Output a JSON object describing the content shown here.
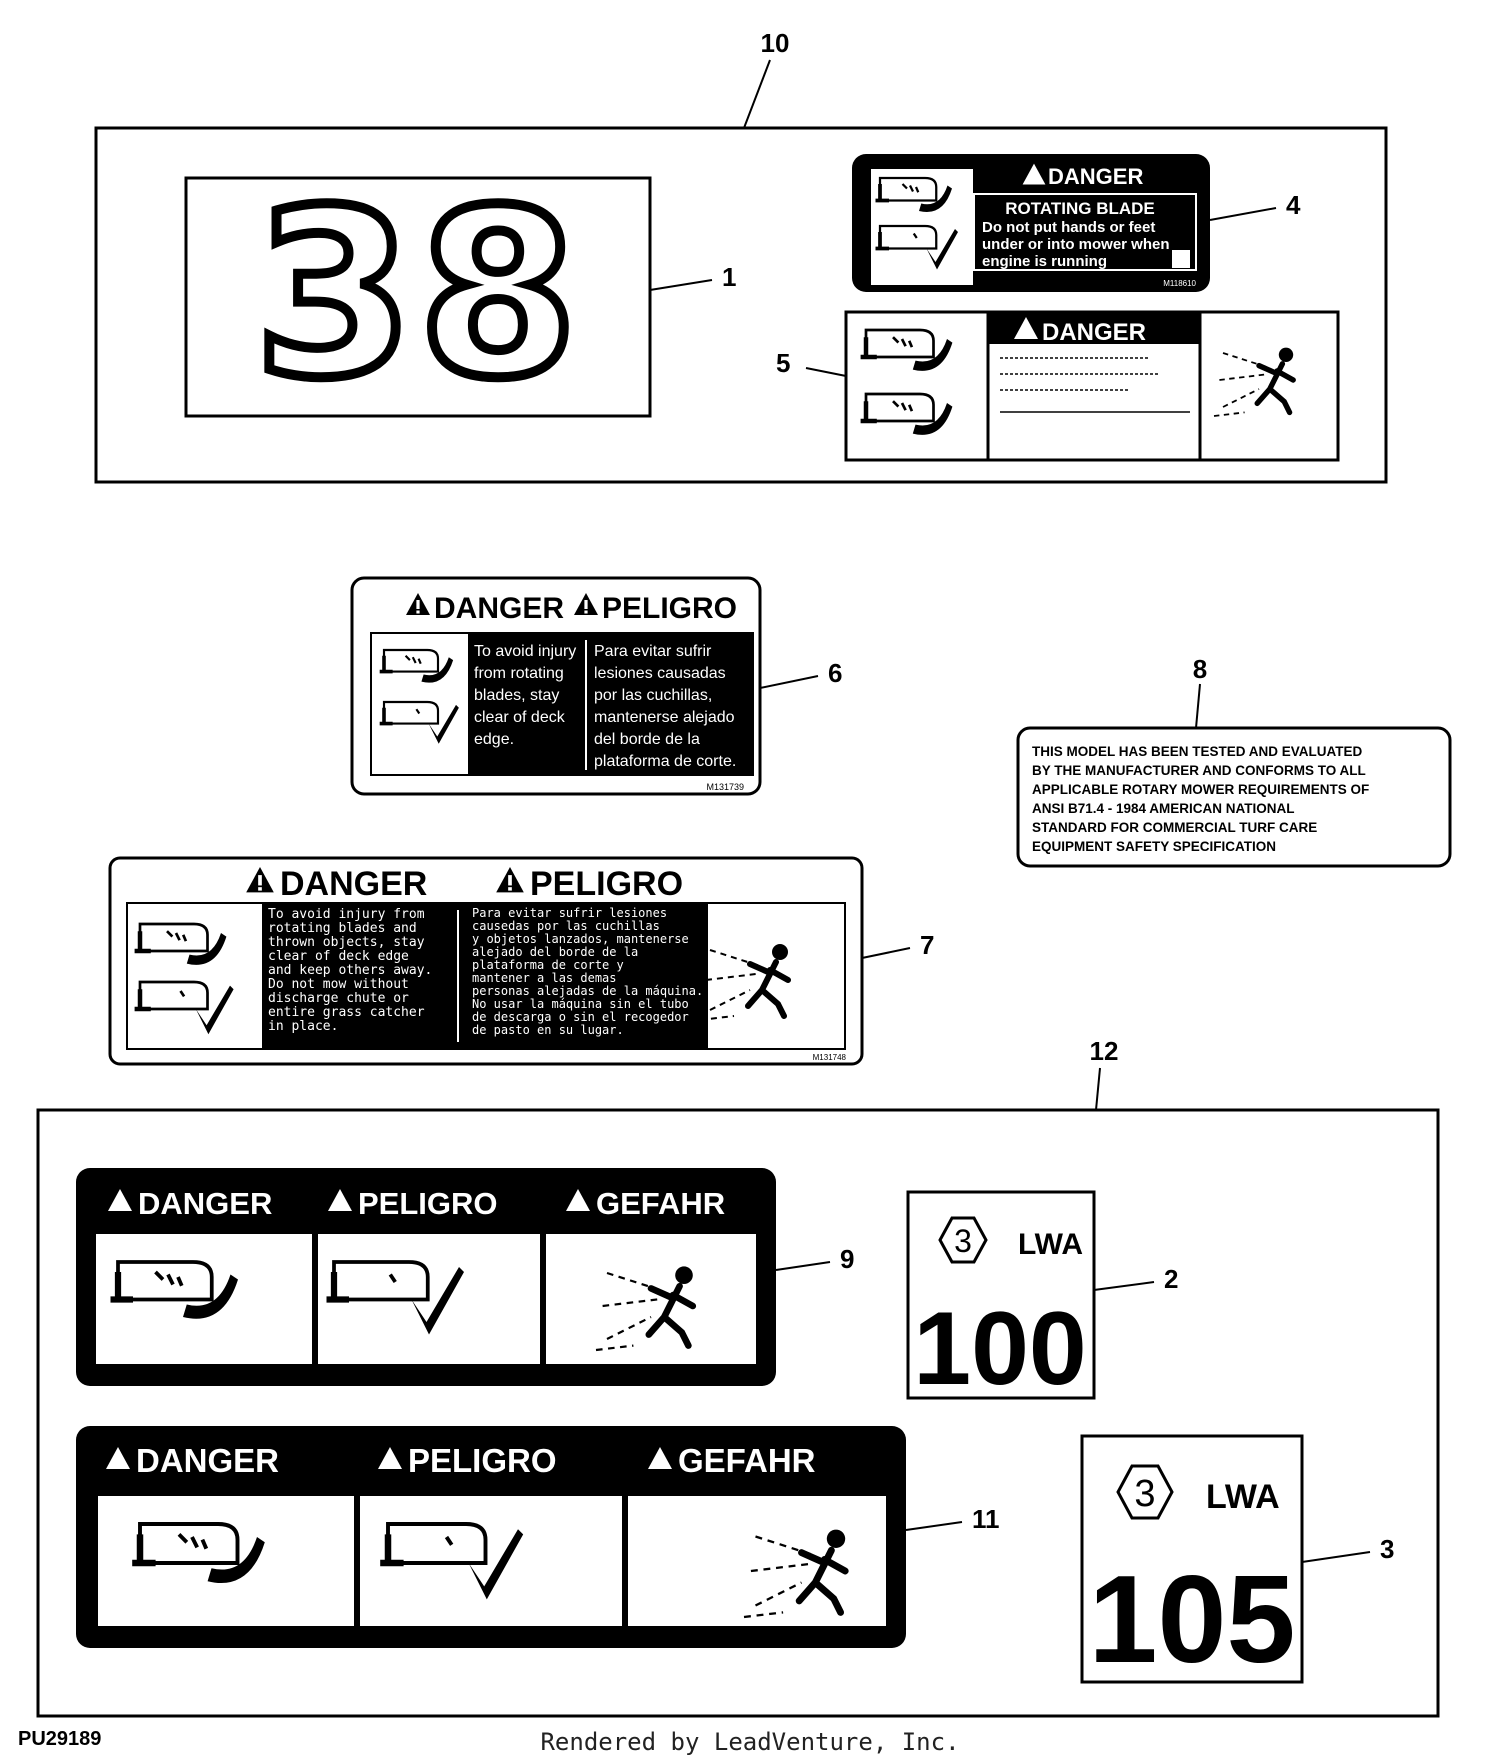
{
  "callouts": {
    "c1": "1",
    "c2": "2",
    "c3": "3",
    "c4": "4",
    "c5": "5",
    "c6": "6",
    "c7": "7",
    "c8": "8",
    "c9": "9",
    "c10": "10",
    "c11": "11",
    "c12": "12"
  },
  "decal_1": {
    "number": "38"
  },
  "decal_4": {
    "signal": "DANGER",
    "heading": "ROTATING BLADE",
    "lines": [
      "Do not put hands or feet",
      "under or into mower when",
      "engine is running"
    ],
    "part_no": "M118610"
  },
  "decal_5": {
    "signal": "DANGER"
  },
  "decal_6": {
    "signal_en": "DANGER",
    "signal_es": "PELIGRO",
    "text_en": [
      "To avoid injury",
      "from rotating",
      "blades, stay",
      "clear of deck",
      "edge."
    ],
    "text_es": [
      "Para evitar sufrir",
      "lesiones causadas",
      "por las cuchillas,",
      "mantenerse alejado",
      "del borde de la",
      "plataforma de corte."
    ],
    "part_no": "M131739"
  },
  "decal_7": {
    "signal_en": "DANGER",
    "signal_es": "PELIGRO",
    "text_en": [
      "To avoid injury from",
      "rotating blades and",
      "thrown objects, stay",
      "clear of deck edge",
      "and keep others away.",
      "Do not mow without",
      "discharge chute or",
      "entire grass catcher",
      "in place."
    ],
    "text_es": [
      "Para evitar sufrir lesiones",
      "causedas por las cuchillas",
      "y objetos lanzados, mantenerse",
      "alejado del borde de la",
      "plataforma de corte y",
      "mantener a las demas",
      "personas alejadas de la máquina.",
      "No usar la máquina sin el tubo",
      "de descarga o sin el recogedor",
      "de pasto en su lugar."
    ],
    "part_no": "M131748"
  },
  "decal_8": {
    "lines": [
      "THIS MODEL HAS BEEN TESTED AND EVALUATED",
      "BY THE MANUFACTURER AND CONFORMS TO ALL",
      "APPLICABLE ROTARY MOWER REQUIREMENTS OF",
      "ANSI B71.4 - 1984 AMERICAN NATIONAL",
      "STANDARD FOR COMMERCIAL TURF CARE",
      "EQUIPMENT SAFETY SPECIFICATION"
    ]
  },
  "decal_9": {
    "signal_1": "DANGER",
    "signal_2": "PELIGRO",
    "signal_3": "GEFAHR"
  },
  "decal_11": {
    "signal_1": "DANGER",
    "signal_2": "PELIGRO",
    "signal_3": "GEFAHR"
  },
  "decal_2": {
    "hex_number": "3",
    "unit": "LWA",
    "value": "100"
  },
  "decal_3": {
    "hex_number": "3",
    "unit": "LWA",
    "value": "105"
  },
  "footer": {
    "figure_id": "PU29189",
    "rendered_by": "Rendered by LeadVenture, Inc."
  }
}
